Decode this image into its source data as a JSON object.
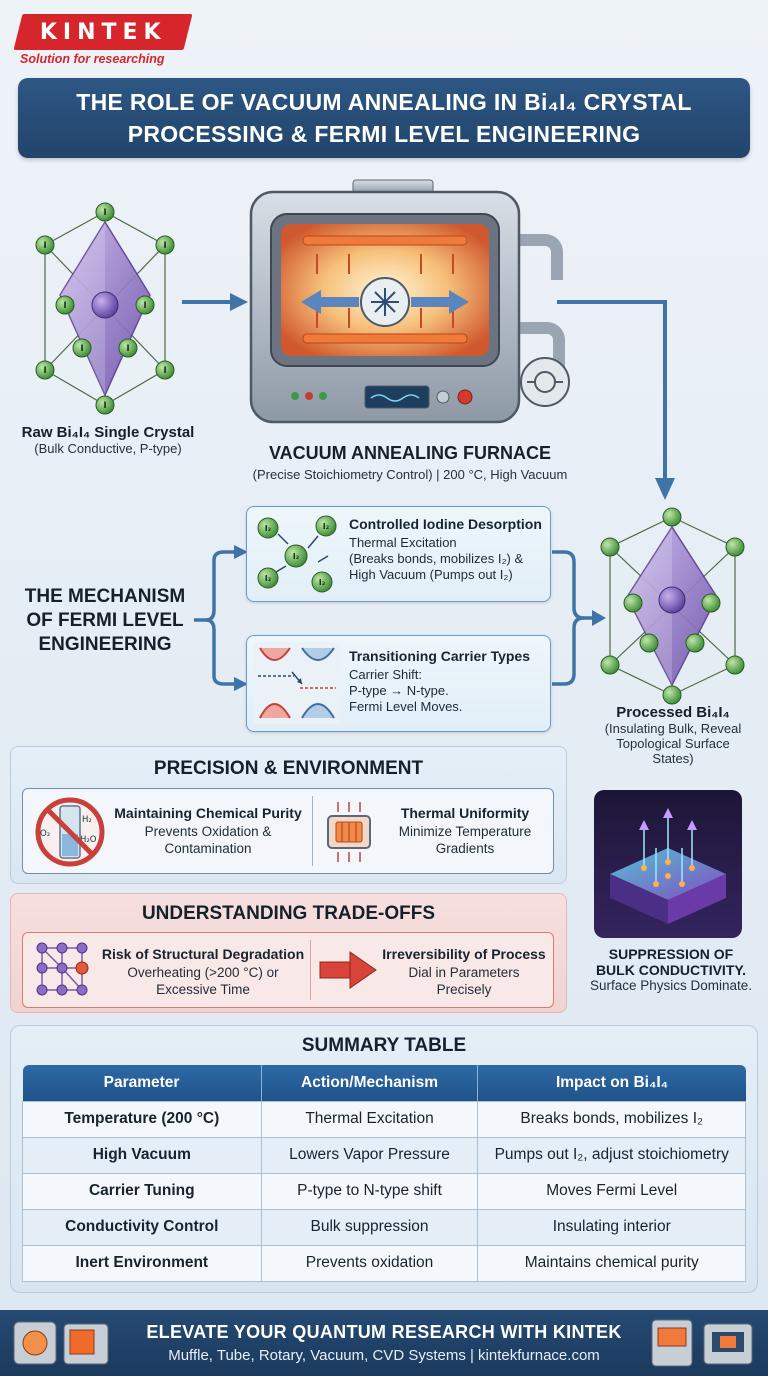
{
  "brand": {
    "logo": "KINTEK",
    "tagline": "Solution for researching"
  },
  "title": {
    "line1": "THE ROLE OF VACUUM ANNEALING IN Bi₄I₄ CRYSTAL",
    "line2": "PROCESSING & FERMI LEVEL ENGINEERING"
  },
  "raw_crystal": {
    "label": "Raw Bi₄I₄ Single Crystal",
    "sub": "(Bulk Conductive, P-type)",
    "atom_label": "I"
  },
  "furnace": {
    "label": "VACUUM ANNEALING FURNACE",
    "sub": "(Precise Stoichiometry Control) | 200 °C, High Vacuum"
  },
  "mechanism": {
    "heading_line1": "THE MECHANISM",
    "heading_line2": "OF FERMI LEVEL",
    "heading_line3": "ENGINEERING",
    "card1": {
      "title": "Controlled Iodine Desorption",
      "line1": "Thermal Excitation",
      "line2": "(Breaks bonds, mobilizes I₂) &",
      "line3": "High Vacuum (Pumps out I₂)",
      "molecule_label": "I₂"
    },
    "card2": {
      "title": "Transitioning Carrier Types",
      "line1": "Carrier Shift:",
      "line2": "P-type → N-type.",
      "line3": "Fermi Level Moves."
    }
  },
  "processed_crystal": {
    "label": "Processed Bi₄I₄",
    "line1": "(Insulating Bulk, Reveal",
    "line2": "Topological Surface",
    "line3": "States)"
  },
  "suppression": {
    "line1": "SUPPRESSION OF",
    "line2": "BULK CONDUCTIVITY.",
    "line3": "Surface Physics Dominate."
  },
  "precision": {
    "heading": "PRECISION & ENVIRONMENT",
    "purity": {
      "title": "Maintaining Chemical Purity",
      "line1": "Prevents Oxidation &",
      "line2": "Contamination",
      "icon_o2": "O₂",
      "icon_h2": "H₂",
      "icon_h2o": "H₂O"
    },
    "uniformity": {
      "title": "Thermal Uniformity",
      "line1": "Minimize Temperature",
      "line2": "Gradients"
    }
  },
  "tradeoffs": {
    "heading": "UNDERSTANDING TRADE-OFFS",
    "risk": {
      "title": "Risk of Structural Degradation",
      "line1": "Overheating (>200 °C) or",
      "line2": "Excessive Time"
    },
    "irreversible": {
      "title": "Irreversibility of Process",
      "line1": "Dial in Parameters",
      "line2": "Precisely"
    }
  },
  "summary": {
    "title": "SUMMARY TABLE",
    "headers": [
      "Parameter",
      "Action/Mechanism",
      "Impact on Bi₄I₄"
    ],
    "rows": [
      [
        "Temperature (200 °C)",
        "Thermal Excitation",
        "Breaks bonds, mobilizes I₂"
      ],
      [
        "High Vacuum",
        "Lowers Vapor Pressure",
        "Pumps out I₂, adjust stoichiometry"
      ],
      [
        "Carrier Tuning",
        "P-type to N-type shift",
        "Moves Fermi Level"
      ],
      [
        "Conductivity Control",
        "Bulk suppression",
        "Insulating interior"
      ],
      [
        "Inert Environment",
        "Prevents oxidation",
        "Maintains chemical purity"
      ]
    ]
  },
  "footer": {
    "title": "ELEVATE YOUR QUANTUM RESEARCH WITH KINTEK",
    "sub": "Muffle, Tube, Rotary, Vacuum, CVD Systems | kintekfurnace.com"
  },
  "colors": {
    "brand_red": "#d7262b",
    "title_blue": "#21446b",
    "flow_arrow": "#3f74a6",
    "crystal_purple": "#8b6fc4",
    "iodine_green": "#4fa24a"
  }
}
